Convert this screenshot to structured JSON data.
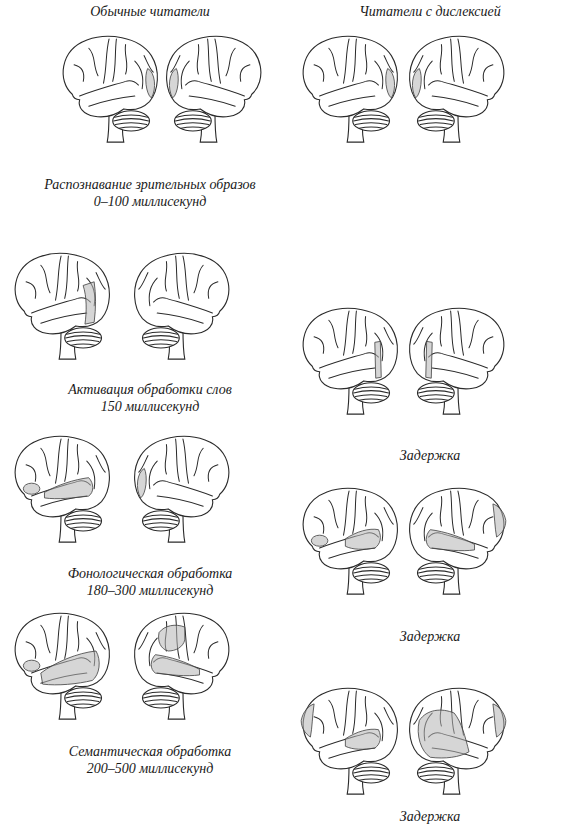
{
  "diagram": {
    "labels": [
      "Обычные читатели",
      "Читатели с дислексией",
      "Распознавание зрительных образов 0–100 миллисекунд",
      "Активация обработки слов 150 миллисекунд",
      "Фонологическая обработка 180–300 миллисекунд",
      "Семантическая обработка 200–500 миллисекунд",
      "Задержка",
      "Задержка",
      "Задержка"
    ]
  }
}
